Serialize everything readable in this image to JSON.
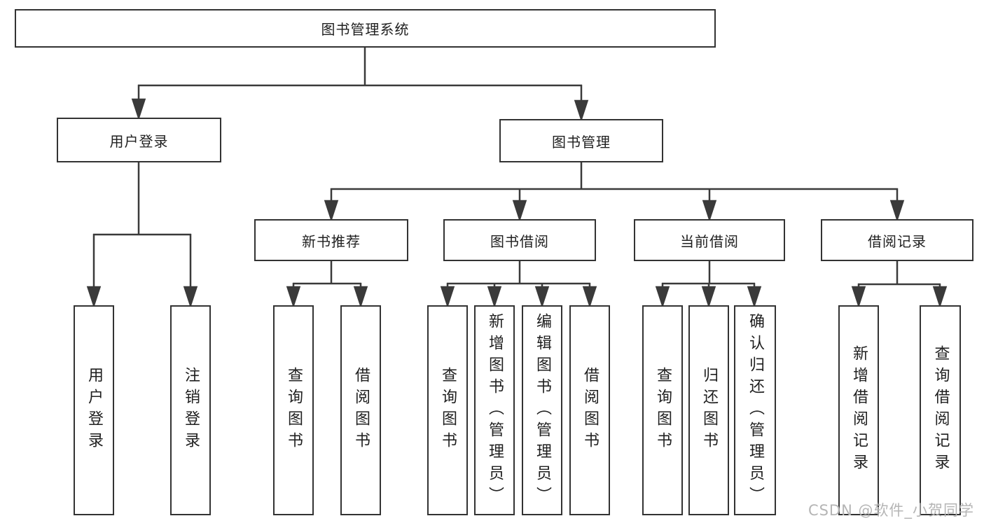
{
  "nodes": {
    "root": {
      "label": "图书管理系统"
    },
    "level2": [
      {
        "label": "用户登录"
      },
      {
        "label": "图书管理"
      }
    ],
    "level3": [
      {
        "label": "新书推荐"
      },
      {
        "label": "图书借阅"
      },
      {
        "label": "当前借阅"
      },
      {
        "label": "借阅记录"
      }
    ],
    "leaf_groups": [
      {
        "parent": "用户登录",
        "items": [
          "用户登录",
          "注销登录"
        ]
      },
      {
        "parent": "新书推荐",
        "items": [
          "查询图书",
          "借阅图书"
        ]
      },
      {
        "parent": "图书借阅",
        "items": [
          "查询图书",
          "新增图书（管理员）",
          "编辑图书（管理员）",
          "借阅图书"
        ]
      },
      {
        "parent": "当前借阅",
        "items": [
          "查询图书",
          "归还图书",
          "确认归还（管理员）"
        ]
      },
      {
        "parent": "借阅记录",
        "items": [
          "新增借阅记录",
          "查询借阅记录"
        ]
      }
    ]
  },
  "watermark": {
    "text": "CSDN @软件_小贺同学"
  },
  "colors": {
    "line": "#3a3a3a",
    "border": "#333333",
    "text": "#1f1f1f",
    "watermark": "#b5b5b5",
    "background": "#ffffff"
  }
}
